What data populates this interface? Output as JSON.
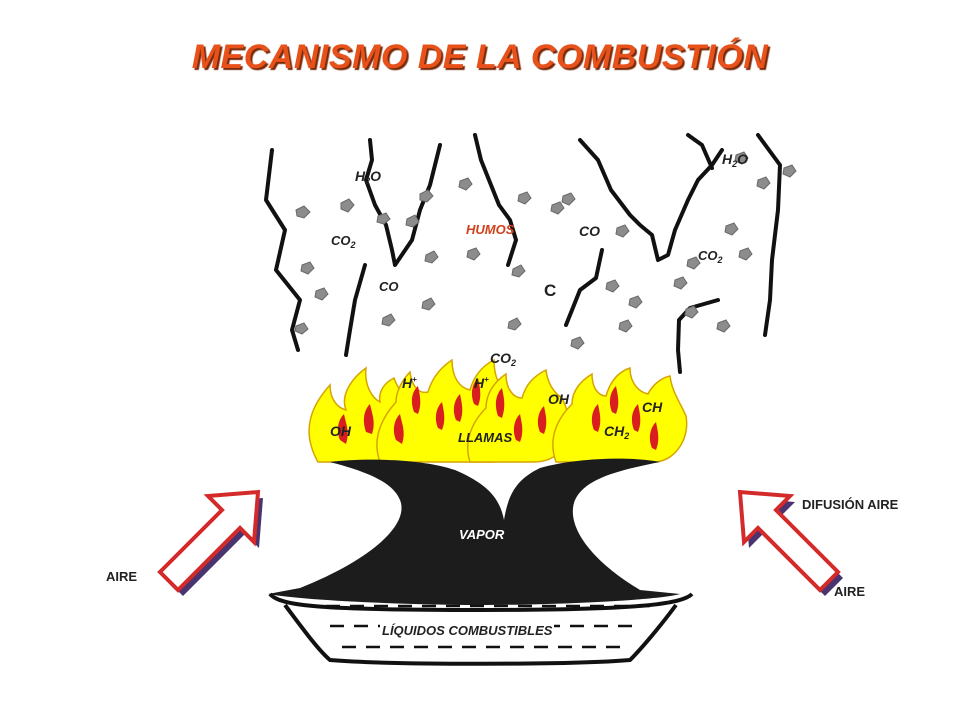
{
  "title": "MECANISMO DE LA COMBUSTIÓN",
  "labels": {
    "h2o_left": {
      "main": "H",
      "sub": "2",
      "tail": "O"
    },
    "h2o_right": {
      "main": "H",
      "sub": "2",
      "tail": "O"
    },
    "co2_left": {
      "main": "CO",
      "sub": "2"
    },
    "co2_right": {
      "main": "CO",
      "sub": "2"
    },
    "co2_mid": {
      "main": "CO",
      "sub": "2"
    },
    "co_left": "CO",
    "co_right": "CO",
    "humos": "HUMOS",
    "carbon": "C",
    "h_plus_1": {
      "main": "H",
      "sup": "+"
    },
    "h_plus_2": {
      "main": "H",
      "sup": "+"
    },
    "oh_left": "OH",
    "oh_mid": "OH",
    "ch": "CH",
    "ch2": {
      "main": "CH",
      "sub": "2"
    },
    "llamas": "LLAMAS",
    "vapor": "VAPOR",
    "liquidos": "LÍQUIDOS COMBUSTIBLES",
    "aire_left": "AIRE",
    "aire_right": "AIRE",
    "difusion_aire": "DIFUSIÓN AIRE"
  },
  "colors": {
    "title": "#e8521a",
    "humos": "#d0401a",
    "flame_fill": "#ffff00",
    "flame_stroke": "#d6a400",
    "flame_core": "#d81e1e",
    "vapor": "#1c1c1c",
    "arrow_stroke": "#d42a2a",
    "arrow_shadow": "#5a3a78",
    "particle": "#8c8c8c"
  }
}
